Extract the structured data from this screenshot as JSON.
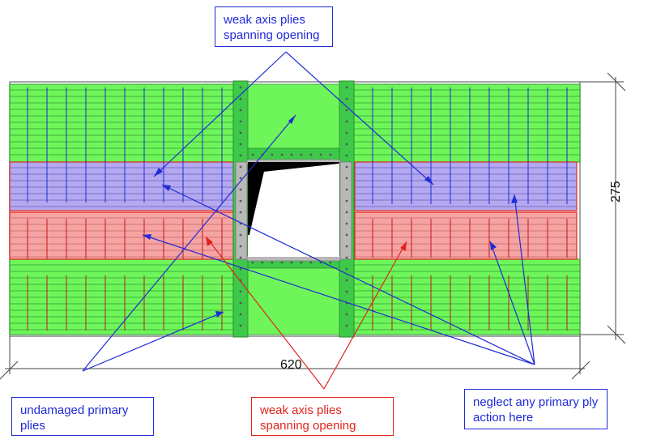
{
  "callouts": {
    "top": "weak axis plies spanning opening",
    "bottom_left": "undamaged primary plies",
    "bottom_mid": "weak axis plies spanning opening",
    "bottom_right": "neglect any primary ply action here"
  },
  "dimensions": {
    "width": "620",
    "height": "275"
  },
  "colors": {
    "primary_ply": "#6ef55a",
    "weak_upper": "#b4a8f0",
    "weak_lower": "#f6a3a3",
    "frame": "#3fc94a",
    "blue_leader": "#1f2bd6",
    "red_leader": "#e0241b"
  }
}
